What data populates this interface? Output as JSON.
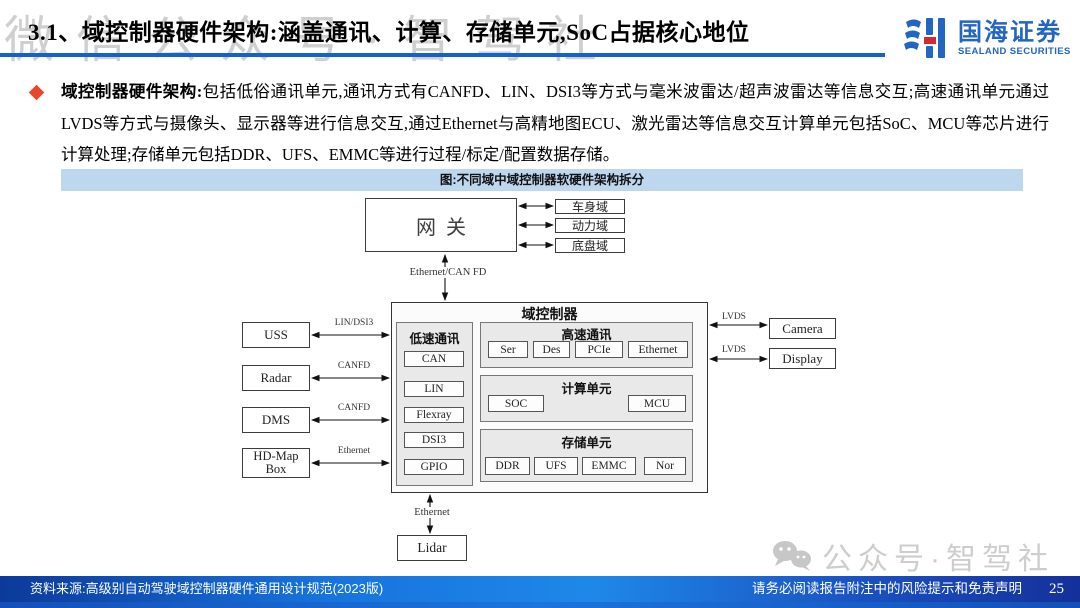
{
  "watermarks": {
    "top": "微信公众号·智驾社",
    "bottom": "公众号·智驾社",
    "wechat_icon": "wechat-bubbles-icon"
  },
  "header": {
    "title": "3.1、域控制器硬件架构:涵盖通讯、计算、存储单元,SoC占据核心地位",
    "logo_cn": "国海证券",
    "logo_en": "SEALAND SECURITIES"
  },
  "summary": {
    "lead": "域控制器硬件架构:",
    "body": "包括低俗通讯单元,通讯方式有CANFD、LIN、DSI3等方式与毫米波雷达/超声波雷达等信息交互;高速通讯单元通过LVDS等方式与摄像头、显示器等进行信息交互,通过Ethernet与高精地图ECU、激光雷达等信息交互计算单元包括SoC、MCU等芯片进行计算处理;存储单元包括DDR、UFS、EMMC等进行过程/标定/配置数据存储。"
  },
  "figure": {
    "caption": "图:不同域中域控制器软硬件架构拆分",
    "gateway": {
      "label": "网关",
      "link_label": "Ethernet/CAN FD",
      "domains": [
        "车身域",
        "动力域",
        "底盘域"
      ]
    },
    "controller": {
      "title": "域控制器",
      "low_speed": {
        "title": "低速通讯",
        "items": [
          "CAN",
          "LIN",
          "Flexray",
          "DSI3",
          "GPIO"
        ]
      },
      "high_speed": {
        "title": "高速通讯",
        "items": [
          "Ser",
          "Des",
          "PCIe",
          "Ethernet"
        ]
      },
      "compute": {
        "title": "计算单元",
        "items": [
          "SOC",
          "MCU"
        ]
      },
      "storage": {
        "title": "存储单元",
        "items": [
          "DDR",
          "UFS",
          "EMMC",
          "Nor"
        ]
      }
    },
    "left_nodes": [
      {
        "label": "USS",
        "link": "LIN/DSI3"
      },
      {
        "label": "Radar",
        "link": "CANFD"
      },
      {
        "label": "DMS",
        "link": "CANFD"
      },
      {
        "label": "HD-Map Box",
        "link": "Ethernet"
      }
    ],
    "right_nodes": [
      {
        "label": "Camera",
        "link": "LVDS"
      },
      {
        "label": "Display",
        "link": "LVDS"
      }
    ],
    "bottom_node": {
      "label": "Lidar",
      "link": "Ethernet"
    }
  },
  "footer": {
    "source": "资料来源:高级别自动驾驶域控制器硬件通用设计规范(2023版)",
    "disclaimer": "请务必阅读报告附注中的风险提示和免责声明",
    "page": "25"
  },
  "colors": {
    "header_rule": "#1261cf",
    "caption_bg": "#bdd7ee",
    "bullet_diamond": "#e8472b",
    "logo_blue": "#2366c2",
    "logo_red": "#d7282d",
    "footer_left": "#0c3a9a",
    "footer_mid": "#1e88e8",
    "footer_right": "#14309a",
    "footer_strip": "#1450b8",
    "watermark_gray": "#8f8f8f"
  }
}
